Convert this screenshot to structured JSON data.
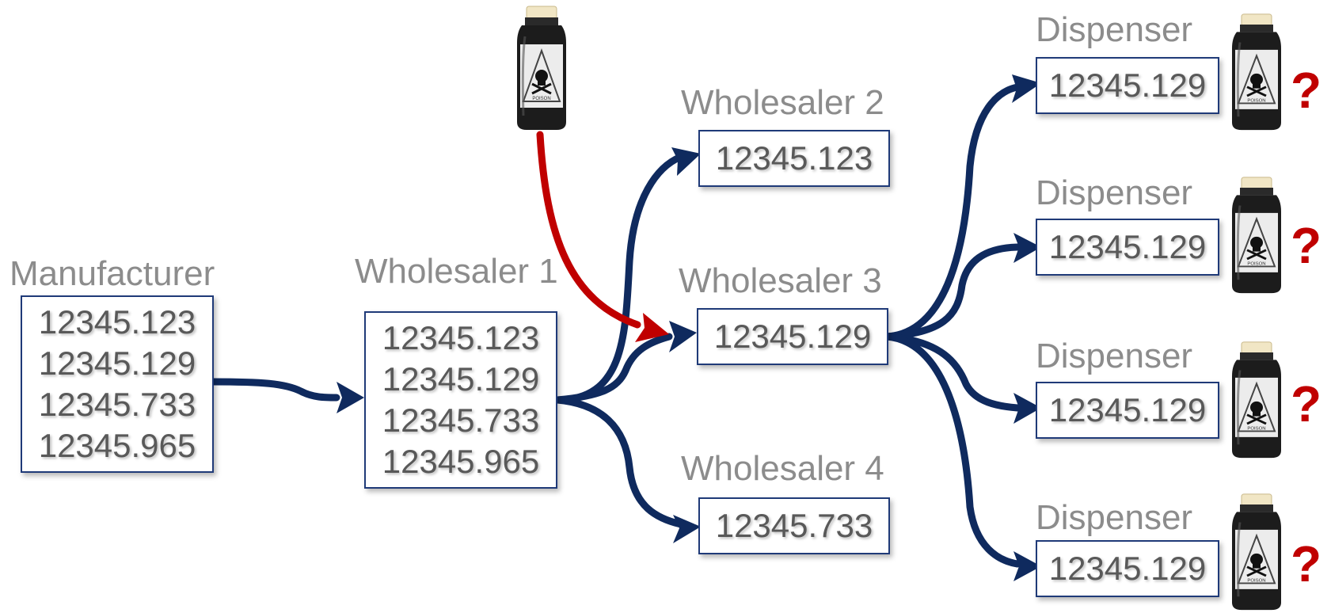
{
  "nodes": {
    "manufacturer": {
      "label": "Manufacturer",
      "codes": [
        "12345.123",
        "12345.129",
        "12345.733",
        "12345.965"
      ]
    },
    "wholesaler1": {
      "label": "Wholesaler 1",
      "codes": [
        "12345.123",
        "12345.129",
        "12345.733",
        "12345.965"
      ]
    },
    "wholesaler2": {
      "label": "Wholesaler 2",
      "codes": [
        "12345.123"
      ]
    },
    "wholesaler3": {
      "label": "Wholesaler 3",
      "codes": [
        "12345.129"
      ]
    },
    "wholesaler4": {
      "label": "Wholesaler 4",
      "codes": [
        "12345.733"
      ]
    },
    "dispensers": [
      {
        "label": "Dispenser",
        "code": "12345.129",
        "mark": "?"
      },
      {
        "label": "Dispenser",
        "code": "12345.129",
        "mark": "?"
      },
      {
        "label": "Dispenser",
        "code": "12345.129",
        "mark": "?"
      },
      {
        "label": "Dispenser",
        "code": "12345.129",
        "mark": "?"
      }
    ]
  },
  "icons": {
    "bottle": "poison-bottle-icon",
    "bottle_label": "POISON"
  },
  "colors": {
    "flow": "#0f2a5e",
    "counterfeit": "#c00000",
    "box_border": "#1f3a78",
    "label": "#8c8c8c",
    "question": "#c00000"
  }
}
